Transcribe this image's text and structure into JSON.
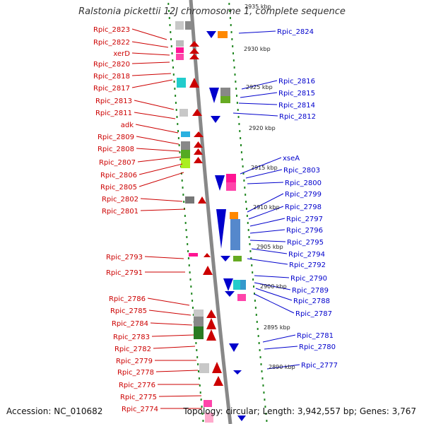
{
  "title": "Ralstonia pickettii 12J chromosome 1, complete sequence",
  "footer": {
    "accession": "Accession: NC_010682",
    "summary": "Topology: circular; Length: 3,942,557 bp; Genes: 3,767"
  },
  "colors": {
    "forward": "#cc0000",
    "reverse": "#0000cc",
    "backbone": "#888888",
    "tick": "#228822"
  },
  "scale_labels": [
    "2935 kbp",
    "2930 kbp",
    "2925 kbp",
    "2920 kbp",
    "2915 kbp",
    "2910 kbp",
    "2905 kbp",
    "2900 kbp",
    "2895 kbp",
    "2890 kbp"
  ],
  "left_labels": [
    "Rpic_2823",
    "Rpic_2822",
    "xerD",
    "Rpic_2820",
    "Rpic_2818",
    "Rpic_2817",
    "Rpic_2813",
    "Rpic_2811",
    "adk",
    "Rpic_2809",
    "Rpic_2808",
    "Rpic_2807",
    "Rpic_2806",
    "Rpic_2805",
    "Rpic_2802",
    "Rpic_2801",
    "Rpic_2793",
    "Rpic_2791",
    "Rpic_2786",
    "Rpic_2785",
    "Rpic_2784",
    "Rpic_2783",
    "Rpic_2782",
    "Rpic_2779",
    "Rpic_2778",
    "Rpic_2776",
    "Rpic_2775",
    "Rpic_2774"
  ],
  "right_labels": [
    "Rpic_2824",
    "Rpic_2816",
    "Rpic_2815",
    "Rpic_2814",
    "Rpic_2812",
    "xseA",
    "Rpic_2803",
    "Rpic_2800",
    "Rpic_2799",
    "Rpic_2798",
    "Rpic_2797",
    "Rpic_2796",
    "Rpic_2795",
    "Rpic_2794",
    "Rpic_2792",
    "Rpic_2790",
    "Rpic_2789",
    "Rpic_2788",
    "Rpic_2787",
    "Rpic_2781",
    "Rpic_2780",
    "Rpic_2777"
  ]
}
